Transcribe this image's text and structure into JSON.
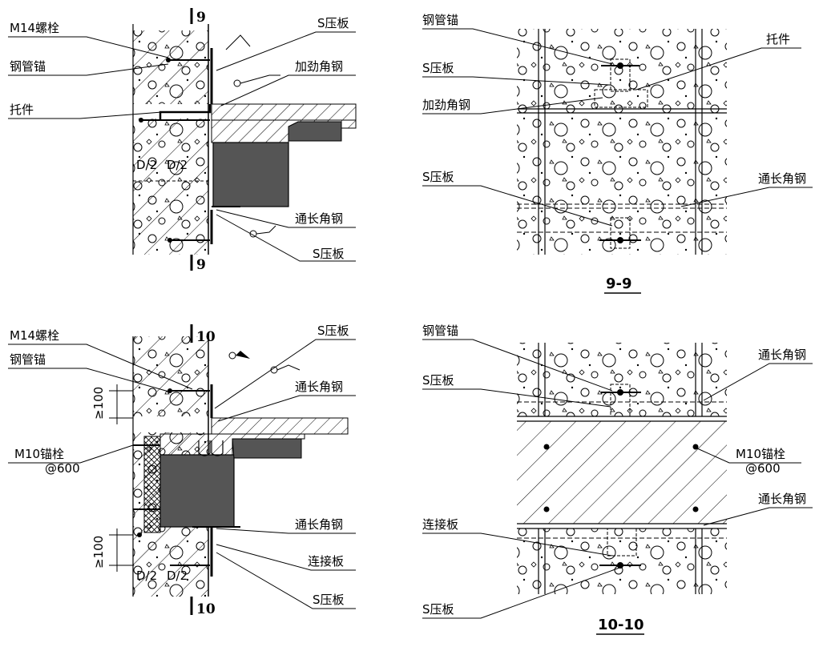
{
  "drawing": {
    "detail_top": {
      "cut_mark_top": "9",
      "cut_mark_bottom": "9",
      "labels": {
        "bolt": "M14螺栓",
        "pipe_anchor": "钢管锚",
        "bracket": "托件",
        "s_plate_top": "S压板",
        "stiffened_angle": "加劲角钢",
        "continuous_angle": "通长角钢",
        "s_plate_bottom": "S压板"
      },
      "dims": [
        "D/2",
        "D/2"
      ]
    },
    "section_9": {
      "title": "9-9",
      "labels": {
        "pipe_anchor": "钢管锚",
        "s_plate_top": "S压板",
        "bracket": "托件",
        "stiffened_angle": "加劲角钢",
        "s_plate_mid": "S压板",
        "continuous_angle": "通长角钢"
      }
    },
    "detail_bottom": {
      "cut_mark_top": "10",
      "cut_mark_bottom": "10",
      "labels": {
        "bolt": "M14螺栓",
        "pipe_anchor": "钢管锚",
        "s_plate_top": "S压板",
        "continuous_angle_top": "通长角钢",
        "anchor_bolt": "M10锚栓",
        "anchor_spacing": "@600",
        "continuous_angle_bottom": "通长角钢",
        "connect_plate": "连接板",
        "s_plate_bottom": "S压板"
      },
      "dims": [
        "≥100",
        "≥100",
        "D/2",
        "D/2"
      ]
    },
    "section_10": {
      "title": "10-10",
      "labels": {
        "pipe_anchor": "钢管锚",
        "continuous_angle_top": "通长角钢",
        "s_plate": "S压板",
        "anchor_bolt": "M10锚栓",
        "anchor_spacing": "@600",
        "continuous_angle_bottom": "通长角钢",
        "connect_plate": "连接板",
        "s_plate_bottom": "S压板"
      }
    }
  }
}
